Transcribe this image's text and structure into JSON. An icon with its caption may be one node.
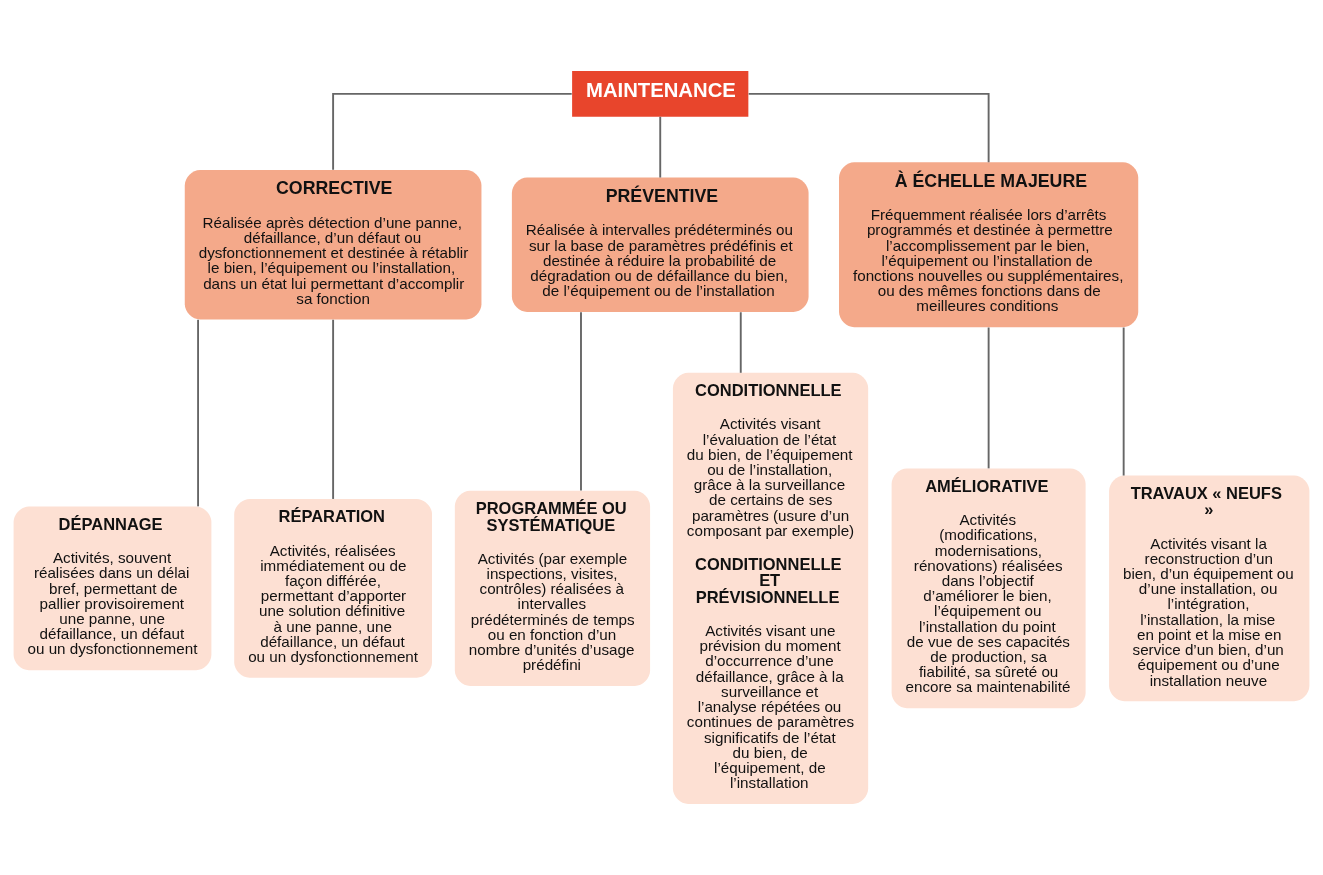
{
  "diagram": {
    "nodes": [
      {
        "text": [
          "MAINTENANCE"
        ]
      },
      {
        "text": [
          "CORRECTIVE",
          "Réalisée après détection d’une panne, défaillance, d’un défaut ou dysfonctionnement et destinée à rétablir le bien, l’équipement ou l’installation, dans un état lui permettant d’accomplir sa fonction"
        ]
      },
      {
        "text": [
          "PRÉVENTIVE",
          "Réalisée à intervalles prédéterminés ou sur la base de paramètres prédéfinis et destinée à réduire la probabilité de dégradation ou de défaillance du bien, de l’équipement ou de l’installation"
        ]
      },
      {
        "text": [
          "À ÉCHELLE MAJEURE",
          "Fréquemment réalisée lors d’arrêts programmés et destinée à permettre l’accomplissement par le bien, l’équipement ou l’installation de fonctions nouvelles ou supplémentaires, ou des mêmes fonctions dans de meilleures conditions"
        ]
      },
      {
        "text": [
          "DÉPANNAGE",
          "Activités, souvent réalisées dans un délai bref, permettant de pallier provisoirement une panne, une défaillance, un défaut ou un dysfonctionnement"
        ]
      },
      {
        "text": [
          "RÉPARATION",
          "Activités, réalisées immédiatement ou de façon différée, permettant d’apporter une solution définitive à une panne, une défaillance, un défaut ou un dysfonctionnement"
        ]
      },
      {
        "text": [
          "PROGRAMMÉE OU SYSTÉMATIQUE",
          "Activités (par exemple inspections, visites, contrôles) réalisées à intervalles prédéterminés de temps ou en fonction d’un nombre d’unités d’usage prédéfini"
        ]
      },
      {
        "text": [
          "CONDITIONNELLE",
          "Activités visant l’évaluation de l’état du bien, de l’équipement ou de l’installation, grâce à la surveillance de certains de ses paramètres (usure d’un composant par exemple)",
          "CONDITIONNELLE ET PRÉVISIONNELLE",
          "Activités visant une prévision du moment d’occurrence d’une défaillance, grâce à la surveillance et l’analyse répétées ou continues de paramètres significatifs de l’état du bien, de l’équipement, de l’installation"
        ]
      },
      {
        "text": [
          "AMÉLIORATIVE",
          "Activités (modifications, modernisations, rénovations) réalisées dans l’objectif d’améliorer le bien, l’équipement ou l’installation du point de vue de ses capacités de production, sa fiabilité, sa sûreté ou encore sa maintenabilité"
        ]
      },
      {
        "text": [
          "TRAVAUX « NEUFS »",
          "Activités visant la reconstruction d’un bien, d’un équipement ou d’une installation, ou l’intégration, l’installation, la mise en point et la mise en service d’un bien, d’un équipement ou d’une installation neuve"
        ]
      }
    ],
    "edges": [
      {
        "from": 0,
        "to": 1,
        "arrow": "none"
      },
      {
        "from": 0,
        "to": 2,
        "arrow": "none"
      },
      {
        "from": 0,
        "to": 3,
        "arrow": "none"
      },
      {
        "from": 1,
        "to": 4,
        "arrow": "none"
      },
      {
        "from": 1,
        "to": 5,
        "arrow": "none"
      },
      {
        "from": 2,
        "to": 6,
        "arrow": "none"
      },
      {
        "from": 2,
        "to": 7,
        "arrow": "none"
      },
      {
        "from": 3,
        "to": 8,
        "arrow": "none"
      },
      {
        "from": 3,
        "to": 9,
        "arrow": "none"
      }
    ]
  }
}
